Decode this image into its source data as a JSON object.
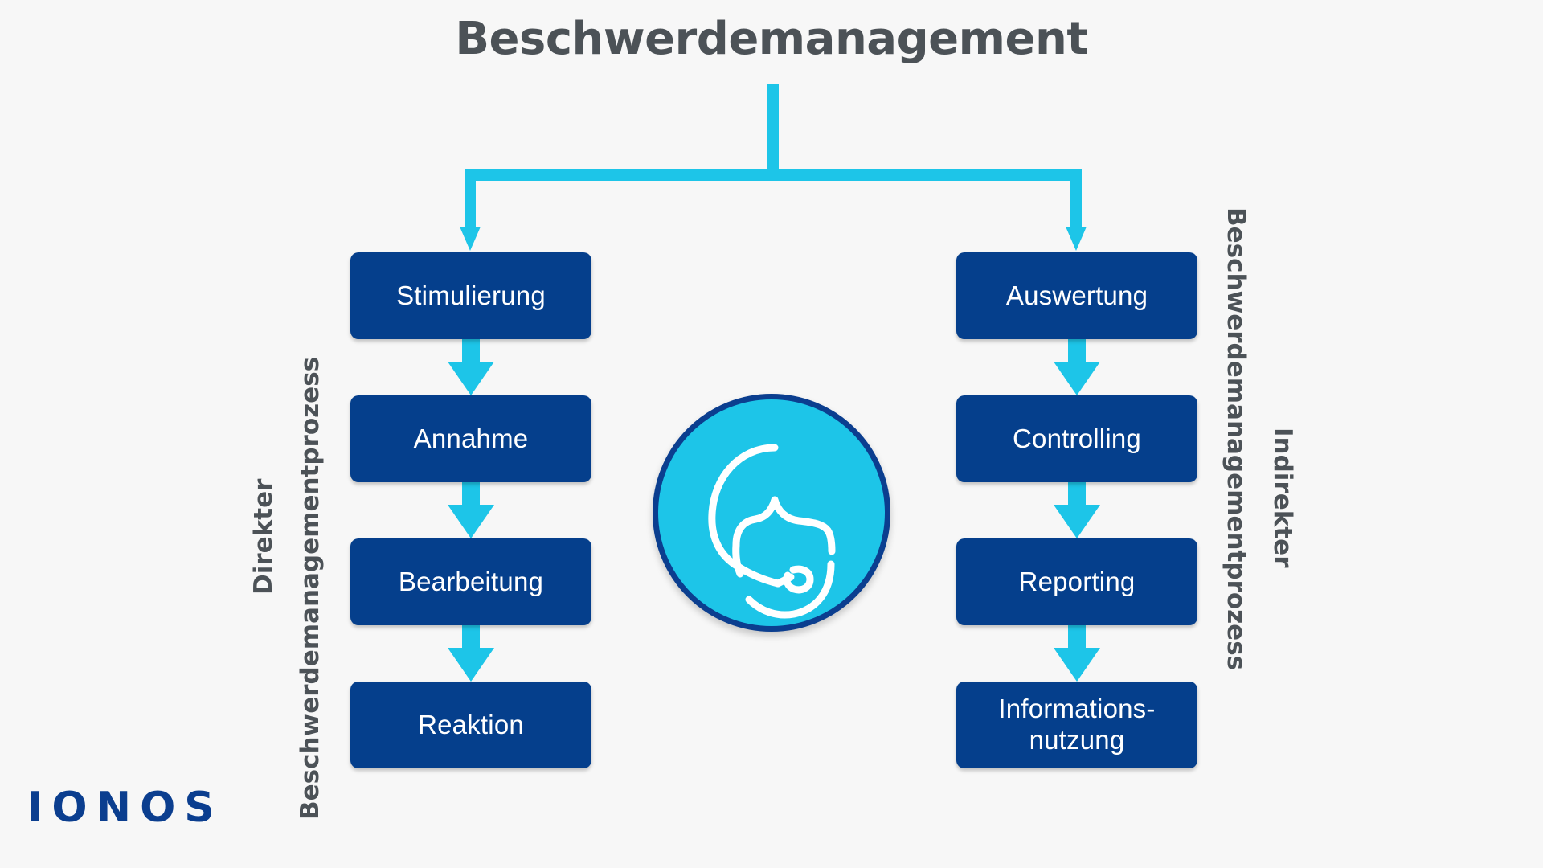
{
  "diagram": {
    "title": "Beschwerdemanagement",
    "background_color": "#F7F7F7",
    "title_color": "#4C5257",
    "accent_color": "#1DC5E8",
    "node_color": "#053F8C",
    "node_text_color": "#FFFFFF"
  },
  "left_branch": {
    "label_main": "Beschwerdemanagementprozess",
    "label_sub": "Direkter",
    "nodes": [
      {
        "label": "Stimulierung"
      },
      {
        "label": "Annahme"
      },
      {
        "label": "Bearbeitung"
      },
      {
        "label": "Reaktion"
      }
    ]
  },
  "right_branch": {
    "label_main": "Beschwerdemanagementprozess",
    "label_sub": "Indirekter",
    "nodes": [
      {
        "label": "Auswertung"
      },
      {
        "label": "Controlling"
      },
      {
        "label": "Reporting"
      },
      {
        "label_line1": "Informations-",
        "label_line2": "nutzung"
      }
    ]
  },
  "center_icon": {
    "name": "headset-support-icon",
    "circle_fill": "#1DC5E8",
    "circle_border": "#0B3E8F",
    "glyph_color": "#FFFFFF"
  },
  "logo": {
    "text": "IONOS",
    "color": "#0B3E8F"
  }
}
